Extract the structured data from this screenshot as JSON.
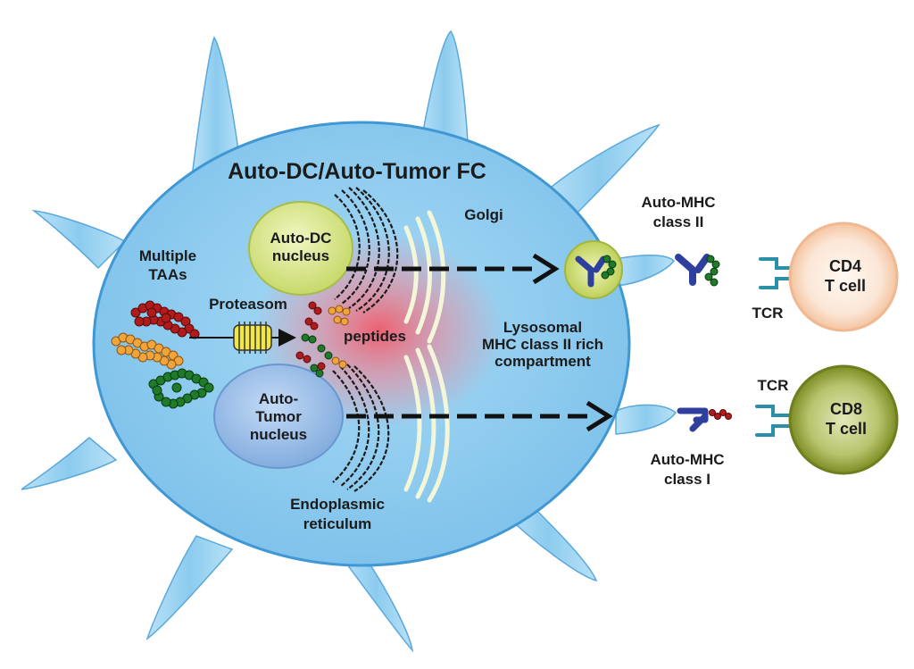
{
  "title": "Auto-DC/Auto-Tumor FC",
  "labels": {
    "dc_nucleus": [
      "Auto-DC",
      "nucleus"
    ],
    "tumor_nucleus": [
      "Auto-",
      "Tumor",
      "nucleus"
    ],
    "taas": [
      "Multiple",
      "TAAs"
    ],
    "proteasom": "Proteasom",
    "peptides": "peptides",
    "golgi": "Golgi",
    "lysosomal": [
      "Lysosomal",
      "MHC class II rich",
      "compartment"
    ],
    "er": [
      "Endoplasmic",
      "reticulum"
    ],
    "mhc2": [
      "Auto-MHC",
      "class II"
    ],
    "mhc1": [
      "Auto-MHC",
      "class I"
    ],
    "tcr_top": "TCR",
    "tcr_bottom": "TCR",
    "cd4": [
      "CD4",
      "T cell"
    ],
    "cd8": [
      "CD8",
      "T cell"
    ]
  },
  "colors": {
    "cell_body": "#8ccbee",
    "cell_edge": "#4a9ed6",
    "dc_nucleus": "#d9e68a",
    "tumor_nucleus": "#8fb8e6",
    "peptide_red": "#b01c1c",
    "peptide_orange": "#f2a43c",
    "peptide_green": "#1f7a2a",
    "mhc": "#2e3f9e",
    "tcr": "#2a8fa8",
    "cd4_cell": "#f8d2b4",
    "cd8_cell": "#8a9a2a"
  }
}
